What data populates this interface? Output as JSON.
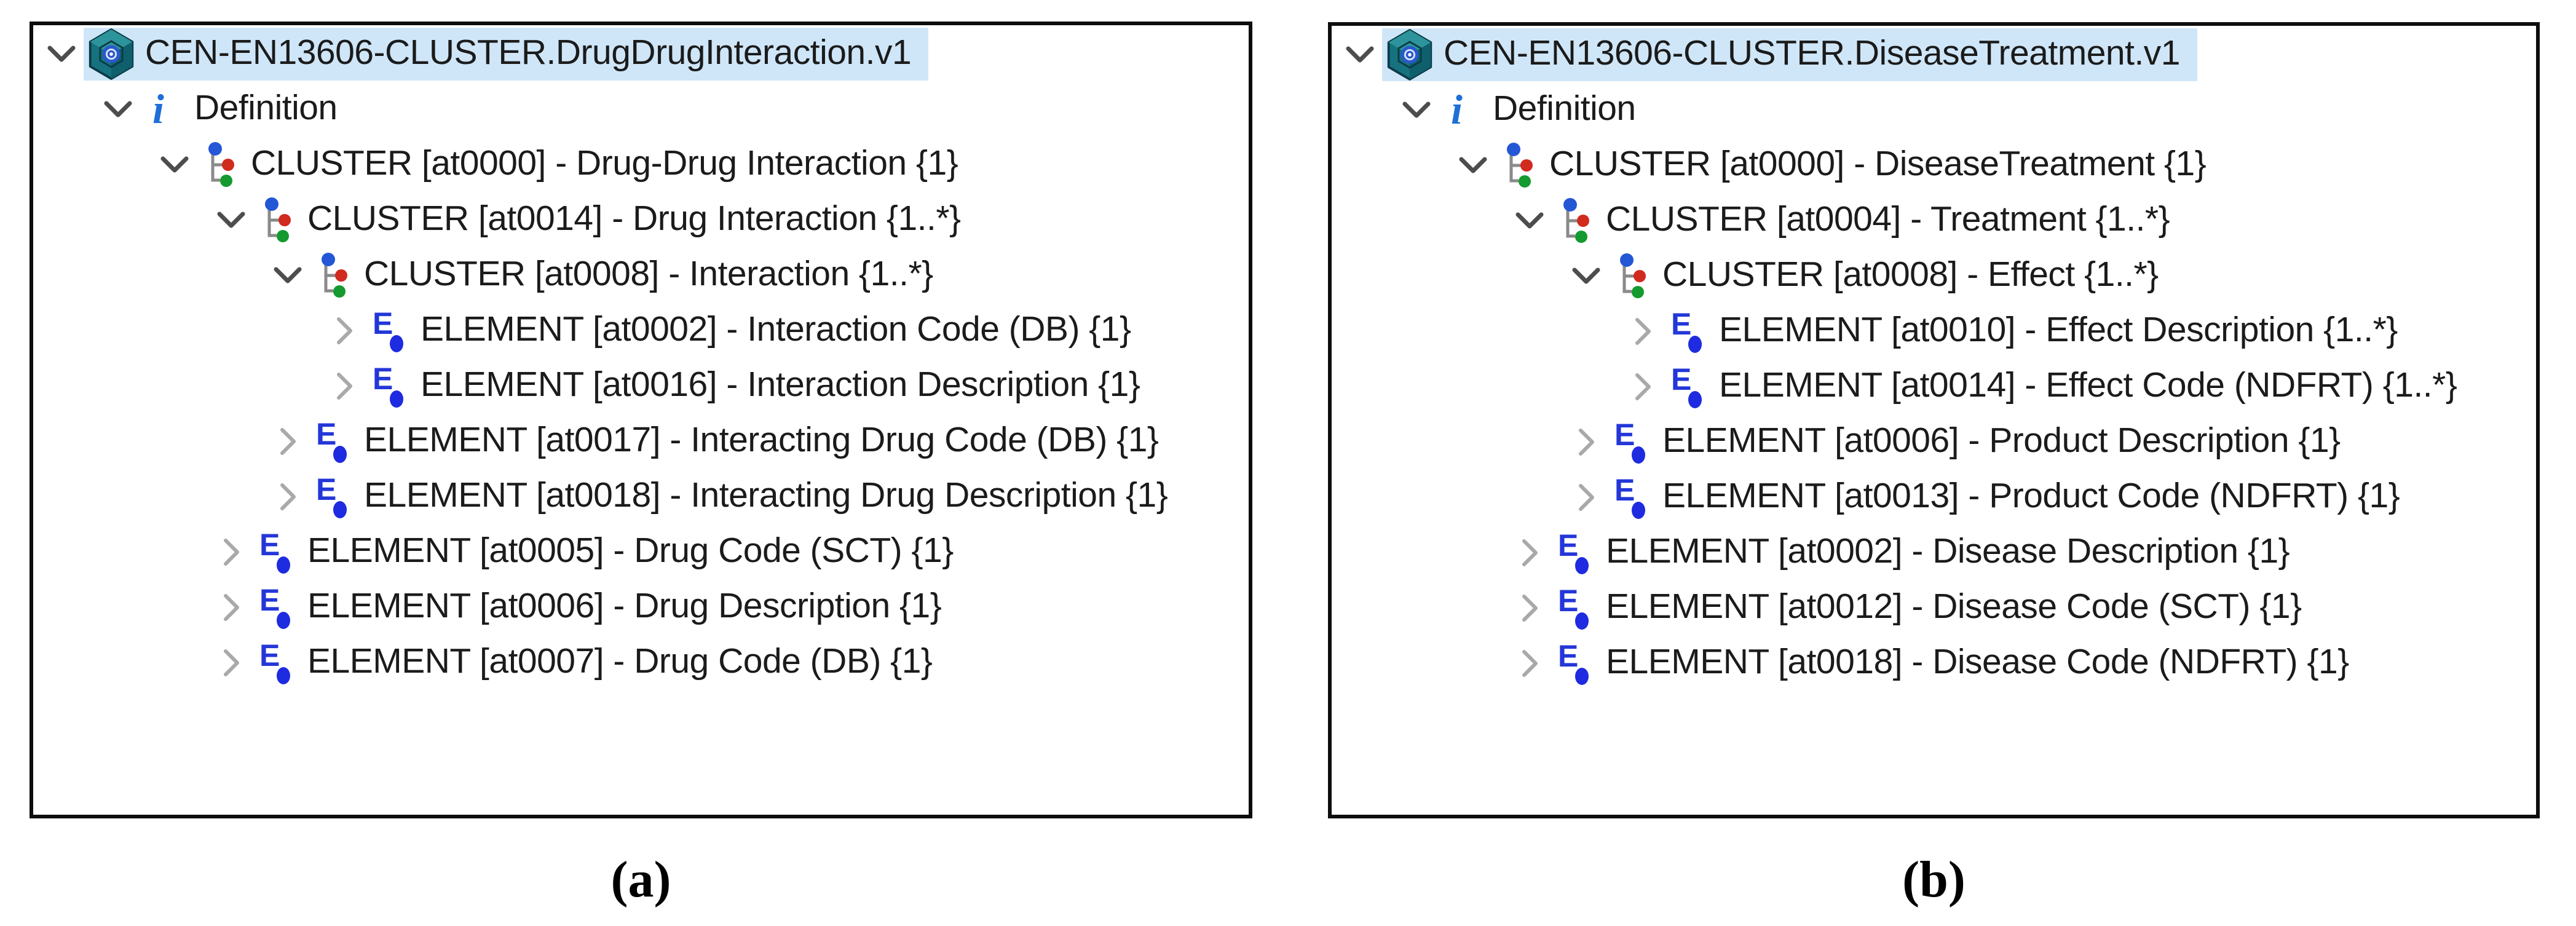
{
  "colors": {
    "selection_highlight": "#cfe6f8",
    "panel_border": "#0d0d0d",
    "tree_text": "#1b1b1b",
    "expanded_chevron": "#4d4d4d",
    "collapsed_chevron": "#a9a9a9",
    "info_blue": "#1f6fd6",
    "element_blue": "#2337d8",
    "element_dot_blue": "#1e2be0",
    "cluster_dot_blue": "#2457d6",
    "cluster_dot_red": "#d12a1e",
    "cluster_dot_green": "#149a2e",
    "cluster_line_gray": "#8a8a8a",
    "archetype_teal": "#15727e",
    "archetype_teal_light": "#2d949b",
    "archetype_teal_dark": "#0f5f6d",
    "archetype_outline": "#0b3a46",
    "archetype_core_blue": "#2b58cc"
  },
  "panels": [
    {
      "id": "a",
      "caption": "(a)",
      "rows": [
        {
          "level": 0,
          "chevron": "down",
          "icon": "archetype-icon",
          "selected": true,
          "text": "CEN-EN13606-CLUSTER.DrugDrugInteraction.v1"
        },
        {
          "level": 1,
          "chevron": "down",
          "icon": "info-icon",
          "selected": false,
          "text": "Definition"
        },
        {
          "level": 2,
          "chevron": "down",
          "icon": "cluster-icon",
          "selected": false,
          "text": "CLUSTER [at0000] - Drug-Drug Interaction {1}"
        },
        {
          "level": 3,
          "chevron": "down",
          "icon": "cluster-icon",
          "selected": false,
          "text": "CLUSTER [at0014] - Drug Interaction {1..*}"
        },
        {
          "level": 4,
          "chevron": "down",
          "icon": "cluster-icon",
          "selected": false,
          "text": "CLUSTER [at0008] - Interaction {1..*}"
        },
        {
          "level": 5,
          "chevron": "right",
          "icon": "element-icon",
          "selected": false,
          "text": "ELEMENT [at0002] - Interaction Code (DB) {1}"
        },
        {
          "level": 5,
          "chevron": "right",
          "icon": "element-icon",
          "selected": false,
          "text": "ELEMENT [at0016] - Interaction Description {1}"
        },
        {
          "level": 4,
          "chevron": "right",
          "icon": "element-icon",
          "selected": false,
          "text": "ELEMENT [at0017] - Interacting Drug Code (DB) {1}"
        },
        {
          "level": 4,
          "chevron": "right",
          "icon": "element-icon",
          "selected": false,
          "text": "ELEMENT [at0018] - Interacting Drug Description {1}"
        },
        {
          "level": 3,
          "chevron": "right",
          "icon": "element-icon",
          "selected": false,
          "text": "ELEMENT [at0005] - Drug Code (SCT) {1}"
        },
        {
          "level": 3,
          "chevron": "right",
          "icon": "element-icon",
          "selected": false,
          "text": "ELEMENT [at0006] - Drug Description {1}"
        },
        {
          "level": 3,
          "chevron": "right",
          "icon": "element-icon",
          "selected": false,
          "text": "ELEMENT [at0007] - Drug Code (DB) {1}"
        }
      ]
    },
    {
      "id": "b",
      "caption": "(b)",
      "rows": [
        {
          "level": 0,
          "chevron": "down",
          "icon": "archetype-icon",
          "selected": true,
          "text": "CEN-EN13606-CLUSTER.DiseaseTreatment.v1"
        },
        {
          "level": 1,
          "chevron": "down",
          "icon": "info-icon",
          "selected": false,
          "text": "Definition"
        },
        {
          "level": 2,
          "chevron": "down",
          "icon": "cluster-icon",
          "selected": false,
          "text": "CLUSTER [at0000] - DiseaseTreatment {1}"
        },
        {
          "level": 3,
          "chevron": "down",
          "icon": "cluster-icon",
          "selected": false,
          "text": "CLUSTER [at0004] - Treatment {1..*}"
        },
        {
          "level": 4,
          "chevron": "down",
          "icon": "cluster-icon",
          "selected": false,
          "text": "CLUSTER [at0008] - Effect {1..*}"
        },
        {
          "level": 5,
          "chevron": "right",
          "icon": "element-icon",
          "selected": false,
          "text": "ELEMENT [at0010] - Effect Description {1..*}"
        },
        {
          "level": 5,
          "chevron": "right",
          "icon": "element-icon",
          "selected": false,
          "text": "ELEMENT [at0014] - Effect Code (NDFRT) {1..*}"
        },
        {
          "level": 4,
          "chevron": "right",
          "icon": "element-icon",
          "selected": false,
          "text": "ELEMENT [at0006] - Product Description {1}"
        },
        {
          "level": 4,
          "chevron": "right",
          "icon": "element-icon",
          "selected": false,
          "text": "ELEMENT [at0013] - Product Code (NDFRT) {1}"
        },
        {
          "level": 3,
          "chevron": "right",
          "icon": "element-icon",
          "selected": false,
          "text": "ELEMENT [at0002] - Disease Description {1}"
        },
        {
          "level": 3,
          "chevron": "right",
          "icon": "element-icon",
          "selected": false,
          "text": "ELEMENT [at0012] - Disease Code (SCT) {1}"
        },
        {
          "level": 3,
          "chevron": "right",
          "icon": "element-icon",
          "selected": false,
          "text": "ELEMENT [at0018] - Disease Code (NDFRT) {1}"
        }
      ]
    }
  ]
}
